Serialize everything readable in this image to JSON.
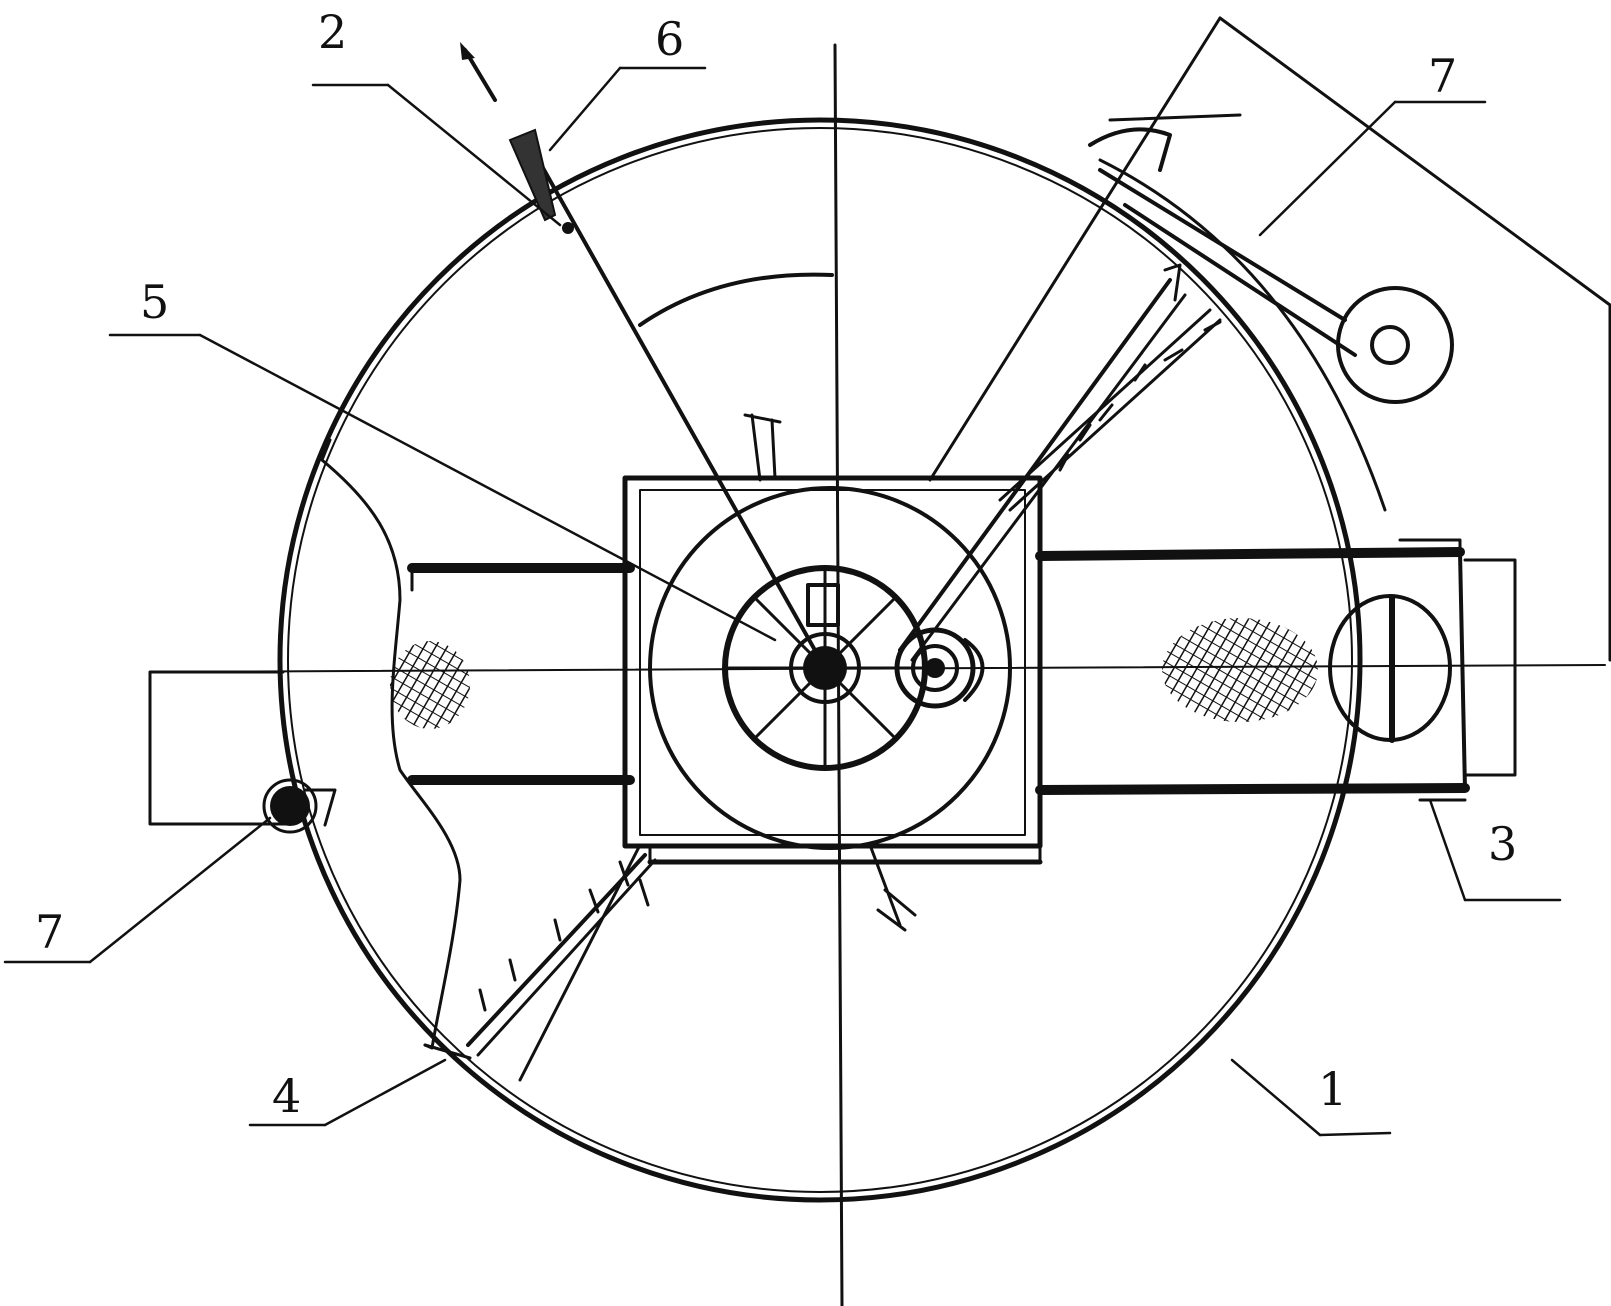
{
  "callouts": {
    "c1": "1",
    "c2": "2",
    "c3": "3",
    "c4": "4",
    "c5": "5",
    "c6": "6",
    "c7a": "7",
    "c7b": "7"
  }
}
